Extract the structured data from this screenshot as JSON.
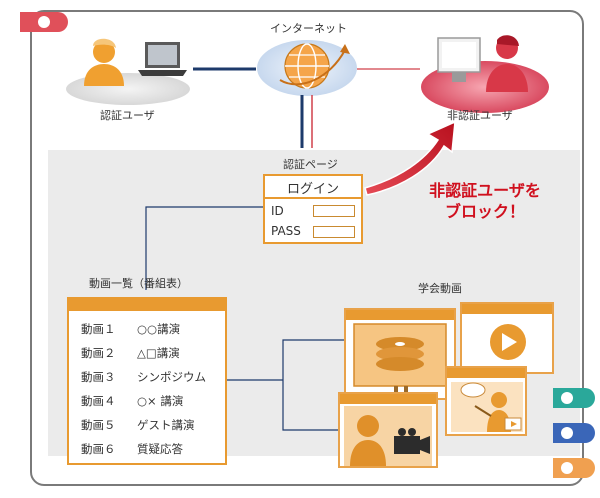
{
  "labels": {
    "internet": "インターネット",
    "auth_user": "認証ユーザ",
    "unauth_user": "非認証ユーザ",
    "auth_page": "認証ページ",
    "video_list": "動画一覧（番組表）",
    "academic_video": "学会動画"
  },
  "login": {
    "title": "ログイン",
    "id_label": "ID",
    "pass_label": "PASS"
  },
  "block_message": [
    "非認証ユーザを",
    "ブロック！"
  ],
  "videos": [
    {
      "num": "動画１",
      "title": "○○講演"
    },
    {
      "num": "動画２",
      "title": "△□講演"
    },
    {
      "num": "動画３",
      "title": "シンポジウム"
    },
    {
      "num": "動画４",
      "title": "○× 講演"
    },
    {
      "num": "動画５",
      "title": "ゲスト講演"
    },
    {
      "num": "動画６",
      "title": "質疑応答"
    }
  ],
  "colors": {
    "accent_orange": "#e89a30",
    "tab_red": "#e0505a",
    "tab_teal": "#2aa89a",
    "tab_blue": "#3a66b8",
    "tab_orange": "#f0a050",
    "link_navy": "#1d3a6b",
    "link_red": "#d0404a",
    "block_red": "#d0101e"
  }
}
